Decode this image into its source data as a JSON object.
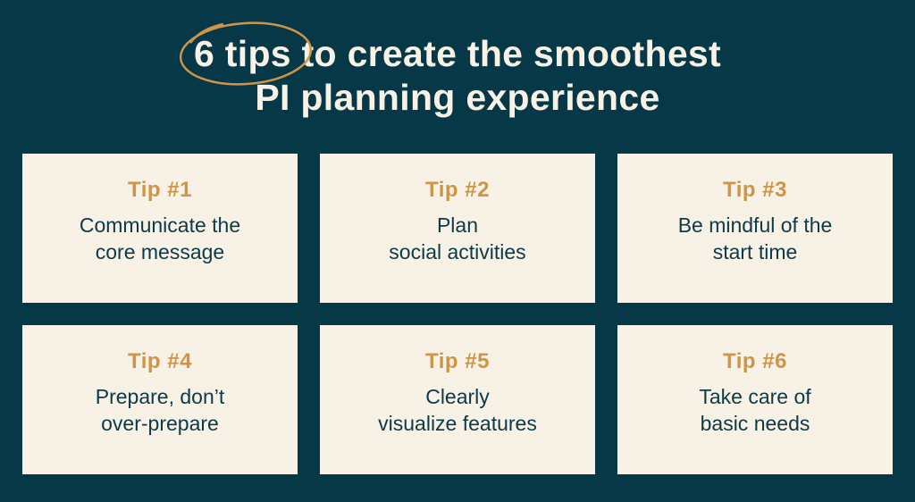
{
  "header": {
    "title_circled": "6 tips",
    "title_rest": " to create the smoothest",
    "title_line2": "PI planning experience"
  },
  "colors": {
    "background": "#063847",
    "card": "#f7f1e6",
    "accent": "#cf9447",
    "text_dark": "#0d3a48"
  },
  "tips": [
    {
      "label": "Tip #1",
      "text": "Communicate the\ncore message"
    },
    {
      "label": "Tip #2",
      "text": "Plan\nsocial activities"
    },
    {
      "label": "Tip #3",
      "text": "Be mindful of the\nstart time"
    },
    {
      "label": "Tip #4",
      "text": "Prepare, don’t\nover-prepare"
    },
    {
      "label": "Tip #5",
      "text": "Clearly\nvisualize features"
    },
    {
      "label": "Tip #6",
      "text": "Take care of\nbasic needs"
    }
  ]
}
